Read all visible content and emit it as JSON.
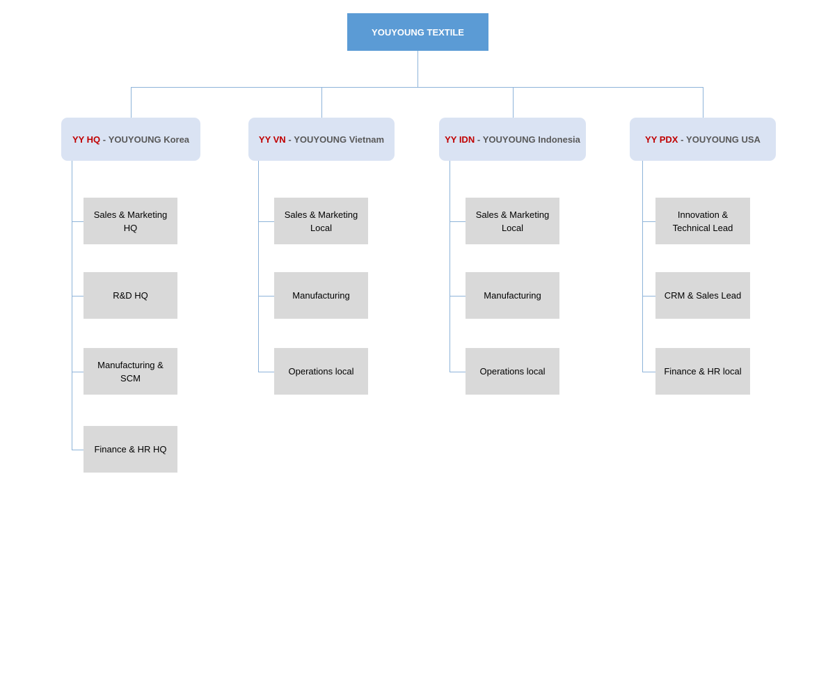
{
  "org_chart": {
    "root": {
      "label": "YOUYOUNG TEXTILE",
      "color": "#5b9bd5"
    },
    "branches": [
      {
        "code": "YY HQ",
        "separator": " - ",
        "name": "YOUYOUNG Korea",
        "units": [
          "Sales & Marketing HQ",
          "R&D HQ",
          "Manufacturing & SCM",
          "Finance & HR HQ"
        ]
      },
      {
        "code": "YY VN",
        "separator": " - ",
        "name": "YOUYOUNG Vietnam",
        "units": [
          "Sales & Marketing Local",
          "Manufacturing",
          "Operations local"
        ]
      },
      {
        "code": "YY IDN",
        "separator": " - ",
        "name": "YOUYOUNG Indonesia",
        "units": [
          "Sales & Marketing Local",
          "Manufacturing",
          "Operations local"
        ]
      },
      {
        "code": "YY PDX",
        "separator": " - ",
        "name": "YOUYOUNG USA",
        "units": [
          "Innovation & Technical Lead",
          "CRM & Sales Lead",
          "Finance & HR local"
        ]
      }
    ],
    "colors": {
      "connector": "#8db3d9",
      "branch_fill": "#dae3f3",
      "branch_code": "#c00000",
      "branch_name": "#595959",
      "unit_fill": "#d9d9d9"
    }
  }
}
